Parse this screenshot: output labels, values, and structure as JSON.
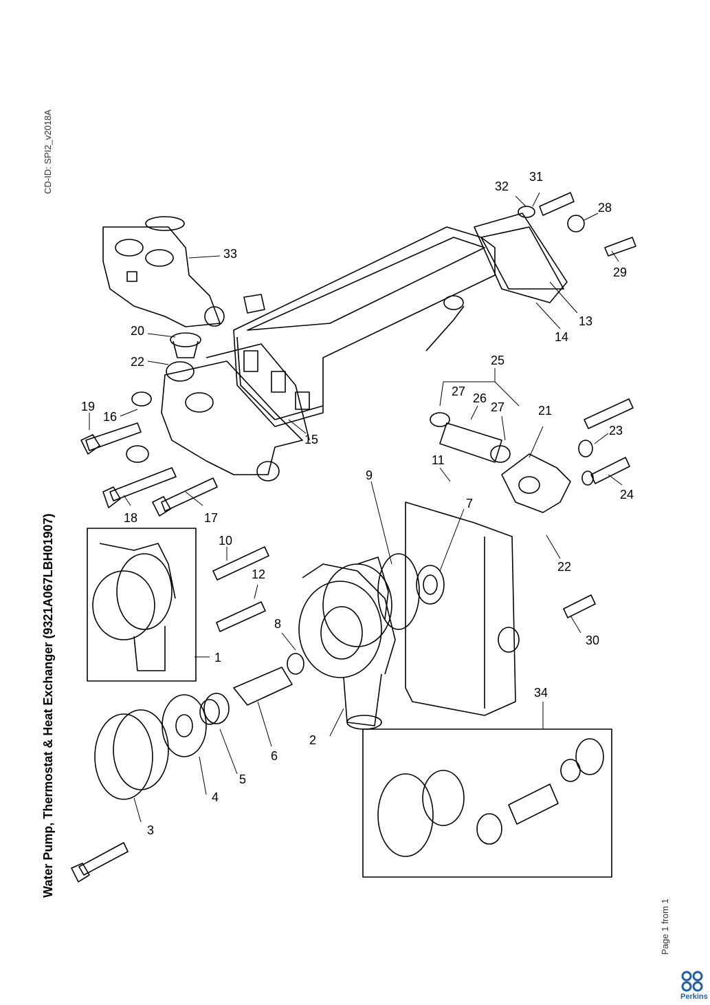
{
  "document": {
    "cd_id": "CD-ID: SPI2_v2018A",
    "title": "Water Pump, Thermostat & Heat Exchanger (9321A067LBH01907)",
    "page_label": "Page 1 from 1",
    "brand": "Perkins",
    "brand_color": "#1d5fa8"
  },
  "callouts": [
    "1",
    "2",
    "3",
    "4",
    "5",
    "6",
    "7",
    "8",
    "9",
    "10",
    "11",
    "12",
    "13",
    "14",
    "15",
    "16",
    "17",
    "18",
    "19",
    "20",
    "21",
    "22",
    "22",
    "23",
    "24",
    "25",
    "26",
    "27",
    "27",
    "28",
    "29",
    "30",
    "31",
    "32",
    "33",
    "34"
  ]
}
